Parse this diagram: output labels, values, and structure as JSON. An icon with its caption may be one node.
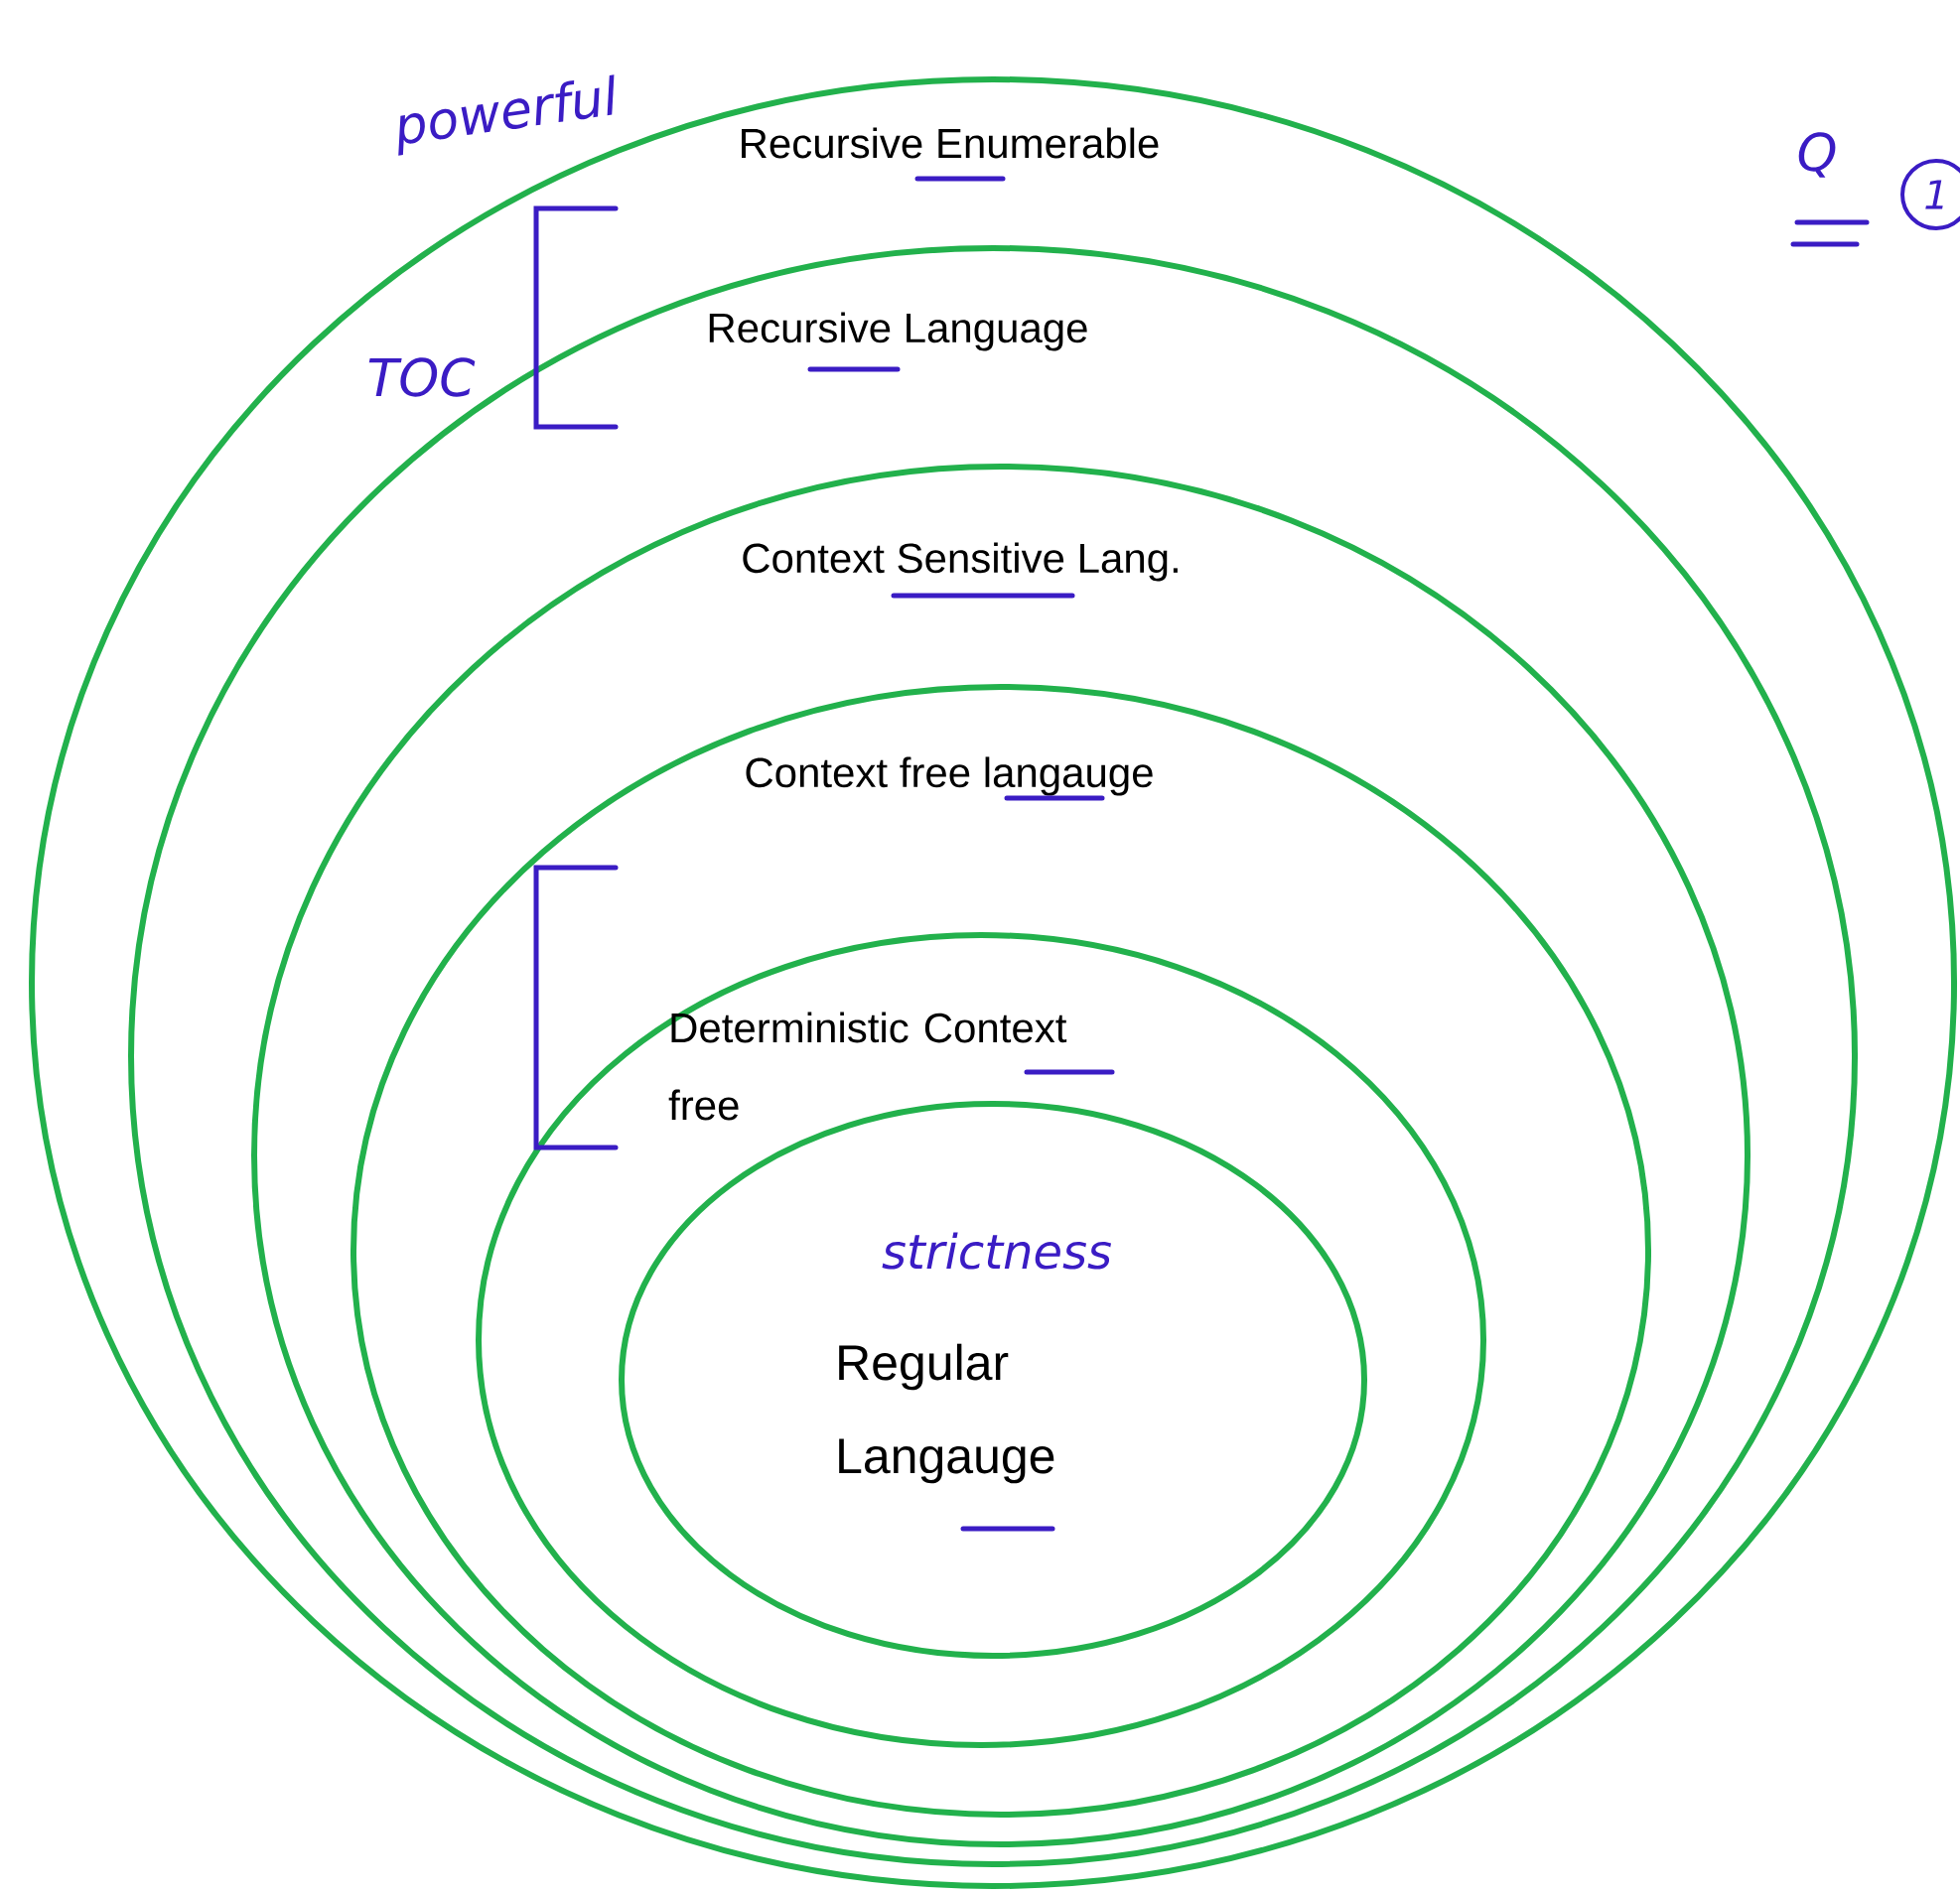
{
  "diagram": {
    "nodes": [
      {
        "text": [
          "Recursive Enumerable"
        ]
      },
      {
        "text": [
          "Recursive Language"
        ],
        "in": 0
      },
      {
        "text": [
          "Context Sensitive Lang."
        ],
        "in": 1
      },
      {
        "text": [
          "Context free langauge"
        ],
        "in": 2
      },
      {
        "text": [
          "Deterministic Context free"
        ],
        "in": 3
      },
      {
        "text": [
          "Regular Langauge"
        ],
        "in": 4
      }
    ],
    "labels": [
      "powerful",
      "Q",
      "1",
      "TOC",
      "strictness"
    ]
  }
}
